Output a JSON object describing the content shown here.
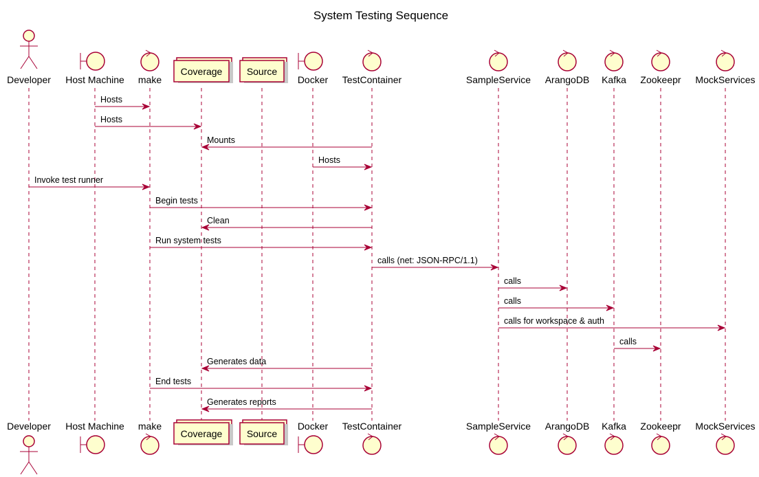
{
  "title": "System Testing Sequence",
  "participants": [
    {
      "id": "developer",
      "label": "Developer",
      "kind": "actor"
    },
    {
      "id": "host-machine",
      "label": "Host Machine",
      "kind": "boundary"
    },
    {
      "id": "make",
      "label": "make",
      "kind": "control"
    },
    {
      "id": "coverage",
      "label": "Coverage",
      "kind": "collections"
    },
    {
      "id": "source",
      "label": "Source",
      "kind": "collections"
    },
    {
      "id": "docker",
      "label": "Docker",
      "kind": "boundary"
    },
    {
      "id": "testcontainer",
      "label": "TestContainer",
      "kind": "control"
    },
    {
      "id": "sampleservice",
      "label": "SampleService",
      "kind": "control"
    },
    {
      "id": "arangodb",
      "label": "ArangoDB",
      "kind": "control"
    },
    {
      "id": "kafka",
      "label": "Kafka",
      "kind": "control"
    },
    {
      "id": "zookeepr",
      "label": "Zookeepr",
      "kind": "control"
    },
    {
      "id": "mockservices",
      "label": "MockServices",
      "kind": "control"
    }
  ],
  "messages": [
    {
      "from": "host-machine",
      "to": "make",
      "label": "Hosts"
    },
    {
      "from": "host-machine",
      "to": "coverage",
      "label": "Hosts"
    },
    {
      "from": "testcontainer",
      "to": "coverage",
      "label": "Mounts"
    },
    {
      "from": "docker",
      "to": "testcontainer",
      "label": "Hosts"
    },
    {
      "from": "developer",
      "to": "make",
      "label": "Invoke test runner"
    },
    {
      "from": "make",
      "to": "testcontainer",
      "label": "Begin tests"
    },
    {
      "from": "testcontainer",
      "to": "coverage",
      "label": "Clean"
    },
    {
      "from": "make",
      "to": "testcontainer",
      "label": "Run system tests"
    },
    {
      "from": "testcontainer",
      "to": "sampleservice",
      "label": "calls (net: JSON-RPC/1.1)"
    },
    {
      "from": "sampleservice",
      "to": "arangodb",
      "label": "calls"
    },
    {
      "from": "sampleservice",
      "to": "kafka",
      "label": "calls"
    },
    {
      "from": "sampleservice",
      "to": "mockservices",
      "label": "calls for workspace & auth"
    },
    {
      "from": "kafka",
      "to": "zookeepr",
      "label": "calls"
    },
    {
      "from": "testcontainer",
      "to": "coverage",
      "label": "Generates data"
    },
    {
      "from": "make",
      "to": "testcontainer",
      "label": "End tests"
    },
    {
      "from": "testcontainer",
      "to": "coverage",
      "label": "Generates reports"
    }
  ],
  "colors": {
    "line": "#a80036",
    "fill": "#fefece",
    "text": "#000000"
  }
}
